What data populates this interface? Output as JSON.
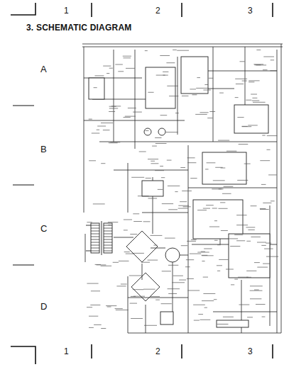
{
  "diagram": {
    "title": "3. SCHEMATIC DIAGRAM",
    "labels": [
      "1",
      "2",
      "3",
      "A",
      "B",
      "C",
      "D",
      "1",
      "2",
      "3"
    ]
  }
}
